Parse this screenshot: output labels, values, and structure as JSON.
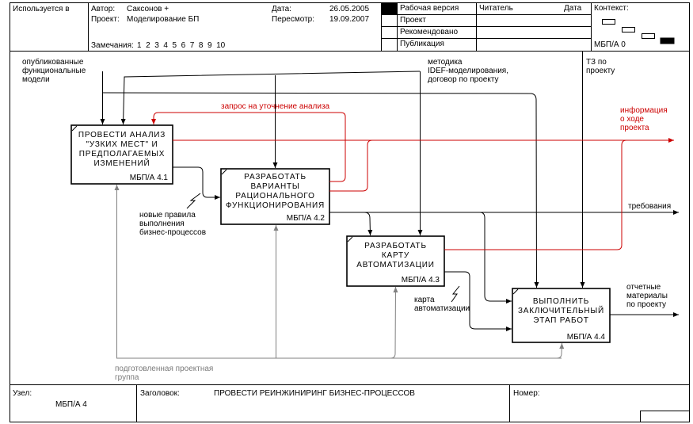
{
  "header": {
    "used_in": "Используется в",
    "author_label": "Автор:",
    "author_value": "Саксонов +",
    "date_label": "Дата:",
    "date_value": "26.05.2005",
    "project_label": "Проект:",
    "project_value": "Моделирование БП",
    "review_label": "Пересмотр:",
    "review_value": "19.09.2007",
    "notes_label": "Замечания:",
    "notes_numbers": "1  2  3  4  5  6  7  8  9  10",
    "status": [
      "Рабочая версия",
      "Проект",
      "Рекомендовано",
      "Публикация"
    ],
    "reader_label": "Читатель",
    "reader_date_label": "Дата",
    "context_label": "Контекст:",
    "context_node": "МБП/А 0"
  },
  "boxes": [
    {
      "title": "ПРОВЕСТИ АНАЛИЗ\n\"УЗКИХ МЕСТ\" И\nПРЕДПОЛАГАЕМЫХ\nИЗМЕНЕНИЙ",
      "number": "МБП/А 4.1"
    },
    {
      "title": "РАЗРАБОТАТЬ\nВАРИАНТЫ\nРАЦИОНАЛЬНОГО\nФУНКЦИОНИРОВАНИЯ",
      "number": "МБП/А 4.2"
    },
    {
      "title": "РАЗРАБОТАТЬ\nКАРТУ\nАВТОМАТИЗАЦИИ",
      "number": "МБП/А 4.3"
    },
    {
      "title": "ВЫПОЛНИТЬ\nЗАКЛЮЧИТЕЛЬНЫЙ\nЭТАП РАБОТ",
      "number": "МБП/А 4.4"
    }
  ],
  "arrow_labels": {
    "published_models": "опубликованные\nфункциональные\nмодели",
    "methodology": "методика\nIDEF-моделирования,\nдоговор по проекту",
    "tz": "ТЗ по\nпроекту",
    "analysis_request": "запрос на уточнение анализа",
    "progress_info": "информация\nо ходе\nпроекта",
    "requirements": "требования",
    "new_rules": "новые правила\nвыполнения\nбизнес-процессов",
    "automation_map": "карта\nавтоматизации",
    "reports": "отчетные\nматериалы\nпо проекту",
    "project_group": "подготовленная проектная\nгруппа"
  },
  "footer": {
    "node_label": "Узел:",
    "node_value": "МБП/А 4",
    "title_label": "Заголовок:",
    "title_value": "ПРОВЕСТИ РЕИНЖИНИРИНГ БИЗНЕС-ПРОЦЕССОВ",
    "number_label": "Номер:"
  },
  "colors": {
    "red": "#cc0000",
    "gray": "#808080",
    "black": "#000000"
  }
}
